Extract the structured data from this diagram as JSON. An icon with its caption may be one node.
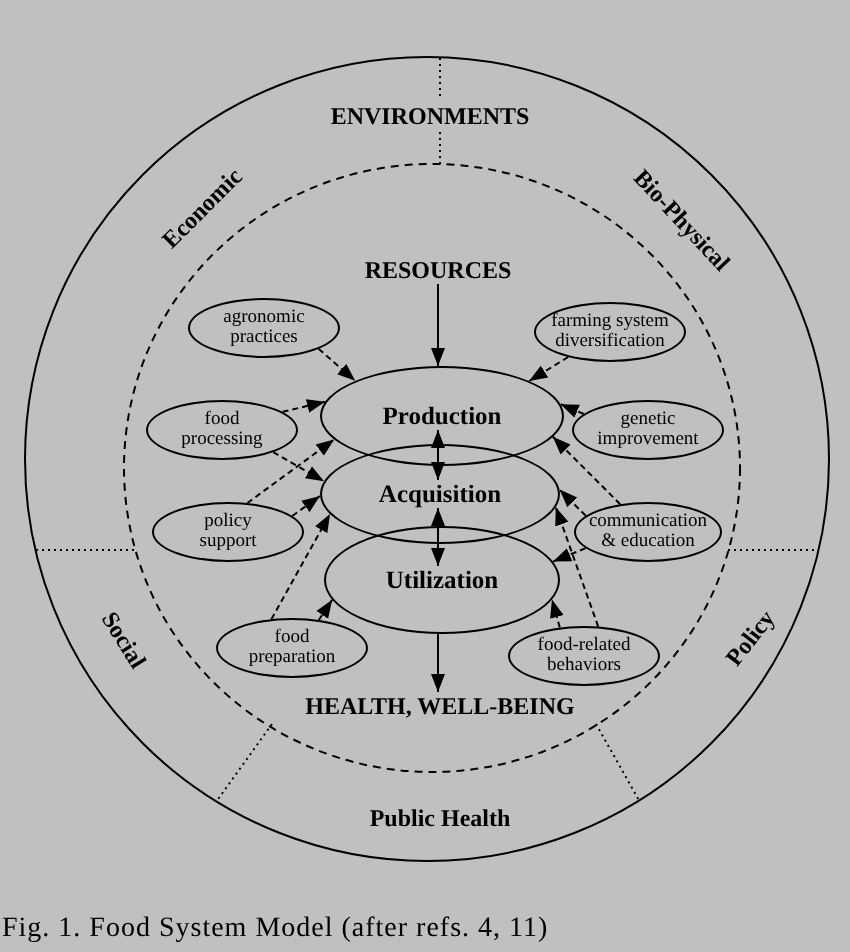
{
  "diagram": {
    "caption": "Fig. 1. Food System Model (after refs. 4, 11)",
    "nodes": [
      {
        "text": [
          "ENVIRONMENTS",
          "Economic",
          "Bio-Physical",
          "Social",
          "Policy",
          "Public Health"
        ]
      },
      {
        "text": [
          "RESOURCES"
        ],
        "in": 0
      },
      {
        "text": [
          "agronomic practices"
        ],
        "in": 0
      },
      {
        "text": [
          "farming system diversification"
        ],
        "in": 0
      },
      {
        "text": [
          "Production"
        ],
        "in": 0
      },
      {
        "text": [
          "food processing"
        ],
        "in": 0
      },
      {
        "text": [
          "genetic improvement"
        ],
        "in": 0
      },
      {
        "text": [
          "Acquisition"
        ],
        "in": 0
      },
      {
        "text": [
          "policy support"
        ],
        "in": 0
      },
      {
        "text": [
          "communication & education"
        ],
        "in": 0
      },
      {
        "text": [
          "Utilization"
        ],
        "in": 0
      },
      {
        "text": [
          "food preparation"
        ],
        "in": 0
      },
      {
        "text": [
          "food-related behaviors"
        ],
        "in": 0
      },
      {
        "text": [
          "HEALTH, WELL-BEING"
        ],
        "in": 0
      }
    ],
    "edges": [
      {
        "from": 1,
        "to": 4,
        "arrow": "to"
      },
      {
        "from": 4,
        "to": 7,
        "arrow": "both"
      },
      {
        "from": 7,
        "to": 10,
        "arrow": "both"
      },
      {
        "from": 10,
        "to": 13,
        "arrow": "to"
      },
      {
        "from": 2,
        "to": 4,
        "arrow": "to",
        "style": "dashed"
      },
      {
        "from": 3,
        "to": 4,
        "arrow": "to",
        "style": "dashed"
      },
      {
        "from": 5,
        "to": 4,
        "arrow": "to",
        "style": "dashed"
      },
      {
        "from": 5,
        "to": 7,
        "arrow": "to",
        "style": "dashed"
      },
      {
        "from": 6,
        "to": 4,
        "arrow": "to",
        "style": "dashed"
      },
      {
        "from": 8,
        "to": 4,
        "arrow": "to",
        "style": "dashed"
      },
      {
        "from": 8,
        "to": 7,
        "arrow": "to",
        "style": "dashed"
      },
      {
        "from": 9,
        "to": 4,
        "arrow": "to",
        "style": "dashed"
      },
      {
        "from": 9,
        "to": 7,
        "arrow": "to",
        "style": "dashed"
      },
      {
        "from": 9,
        "to": 10,
        "arrow": "to",
        "style": "dashed"
      },
      {
        "from": 11,
        "to": 7,
        "arrow": "to",
        "style": "dashed"
      },
      {
        "from": 11,
        "to": 10,
        "arrow": "to",
        "style": "dashed"
      },
      {
        "from": 12,
        "to": 7,
        "arrow": "to",
        "style": "dashed"
      },
      {
        "from": 12,
        "to": 10,
        "arrow": "to",
        "style": "dashed"
      }
    ]
  }
}
